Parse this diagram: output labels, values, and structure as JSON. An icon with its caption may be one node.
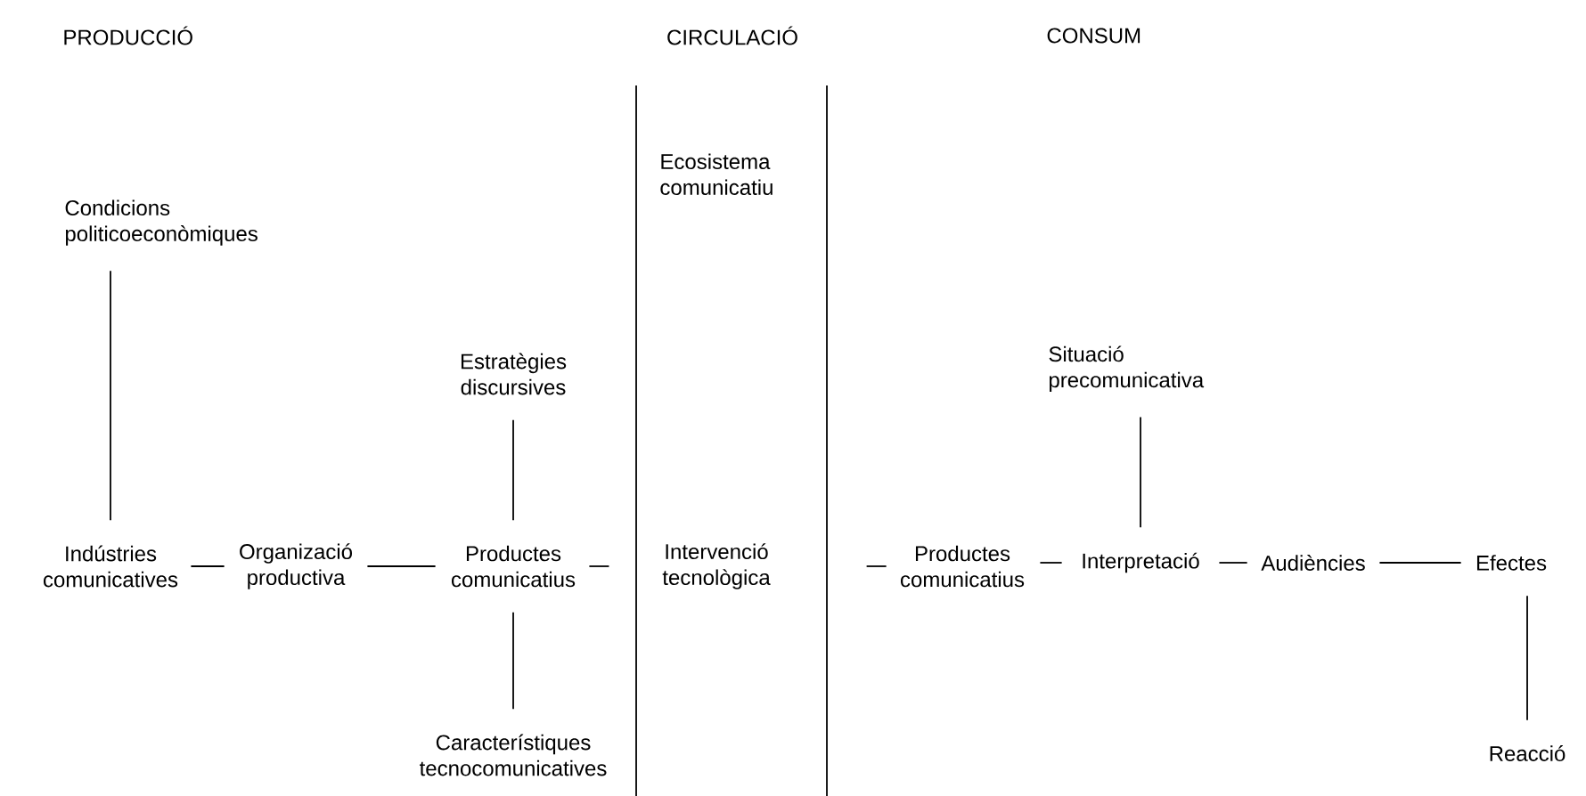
{
  "diagram": {
    "nodes": [
      {
        "text": [
          "Condicions politicoeconòmiques"
        ]
      },
      {
        "text": [
          "Indústries comunicatives"
        ]
      },
      {
        "text": [
          "Organizació productiva"
        ]
      },
      {
        "text": [
          "Estratègies discursives"
        ]
      },
      {
        "text": [
          "Productes comunicatius"
        ]
      },
      {
        "text": [
          "Característiques tecnocomunicatives"
        ]
      },
      {
        "text": [
          "Ecosistema comunicatiu"
        ]
      },
      {
        "text": [
          "Intervenció tecnològica"
        ]
      },
      {
        "text": [
          "Productes comunicatius"
        ]
      },
      {
        "text": [
          "Situació precomunicativa"
        ]
      },
      {
        "text": [
          "Interpretació"
        ]
      },
      {
        "text": [
          "Audiències"
        ]
      },
      {
        "text": [
          "Efectes"
        ]
      },
      {
        "text": [
          "Reacció"
        ]
      }
    ],
    "edges": [
      {
        "from": 0,
        "to": 1,
        "arrow": "none"
      },
      {
        "from": 1,
        "to": 2,
        "arrow": "none"
      },
      {
        "from": 2,
        "to": 4,
        "arrow": "none"
      },
      {
        "from": 3,
        "to": 4,
        "arrow": "none"
      },
      {
        "from": 4,
        "to": 5,
        "arrow": "none"
      },
      {
        "from": 4,
        "to": null,
        "arrow": "none"
      },
      {
        "from": null,
        "to": 8,
        "arrow": "none"
      },
      {
        "from": 8,
        "to": 10,
        "arrow": "none"
      },
      {
        "from": 9,
        "to": 10,
        "arrow": "none"
      },
      {
        "from": 10,
        "to": 11,
        "arrow": "none"
      },
      {
        "from": 11,
        "to": 12,
        "arrow": "none"
      },
      {
        "from": 12,
        "to": 13,
        "arrow": "none"
      }
    ],
    "labels": [
      "PRODUCCIÓ",
      "CIRCULACIÓ",
      "CONSUM"
    ]
  }
}
